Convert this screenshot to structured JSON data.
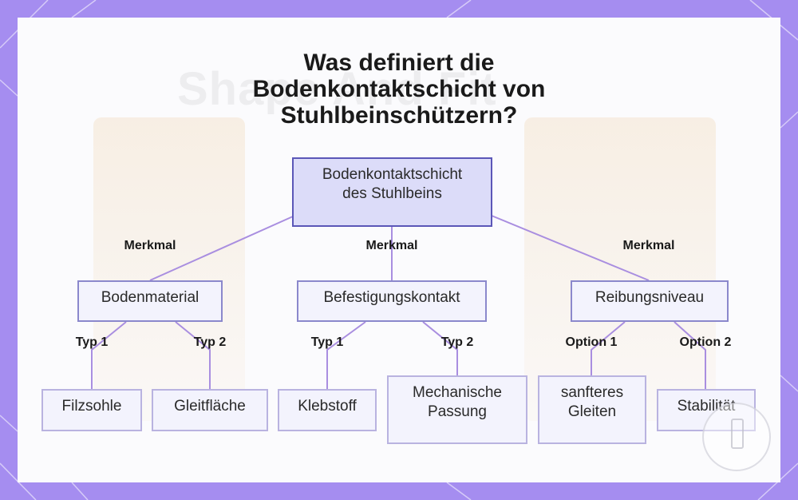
{
  "title": "Was definiert die\nBodenkontaktschicht von\nStuhlbeinschützern?",
  "background_watermark": "Shape And Fit",
  "colors": {
    "frame": "#a58df0",
    "card": "#fbfbfd",
    "root_fill": "#dcdcf9",
    "root_border": "#5b57b8",
    "node_fill": "#f3f3fd",
    "node_border": "#b9b3e0",
    "edge": "#a98ee0"
  },
  "nodes": {
    "root": "Bodenkontaktschicht\ndes Stuhlbeins",
    "bodenmaterial": "Bodenmaterial",
    "befestigungskontakt": "Befestigungskontakt",
    "reibungsniveau": "Reibungsniveau",
    "filzsohle": "Filzsohle",
    "gleitflaeche": "Gleitfläche",
    "klebstoff": "Klebstoff",
    "mechanische_passung": "Mechanische\nPassung",
    "sanfteres_gleiten": "sanfteres\nGleiten",
    "stabilitaet": "Stabilität"
  },
  "edges": {
    "root_to_bodenmaterial": "Merkmal",
    "root_to_befestigungskontakt": "Merkmal",
    "root_to_reibungsniveau": "Merkmal",
    "bodenmaterial_to_filzsohle": "Typ 1",
    "bodenmaterial_to_gleitflaeche": "Typ 2",
    "befestigungskontakt_to_klebstoff": "Typ 1",
    "befestigungskontakt_to_mechanische_passung": "Typ 2",
    "reibungsniveau_to_sanfteres_gleiten": "Option 1",
    "reibungsniveau_to_stabilitaet": "Option 2"
  }
}
